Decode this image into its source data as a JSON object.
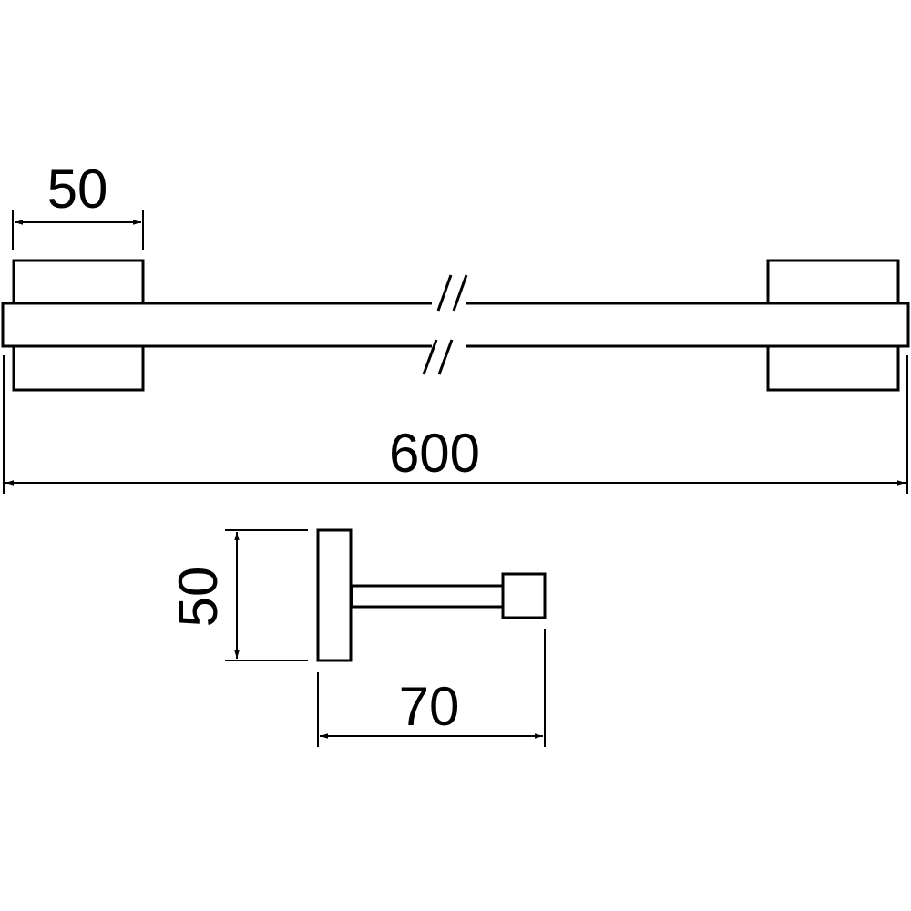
{
  "dimensions": {
    "bracket_width": "50",
    "total_length": "600",
    "side_height": "50",
    "side_depth": "70"
  }
}
